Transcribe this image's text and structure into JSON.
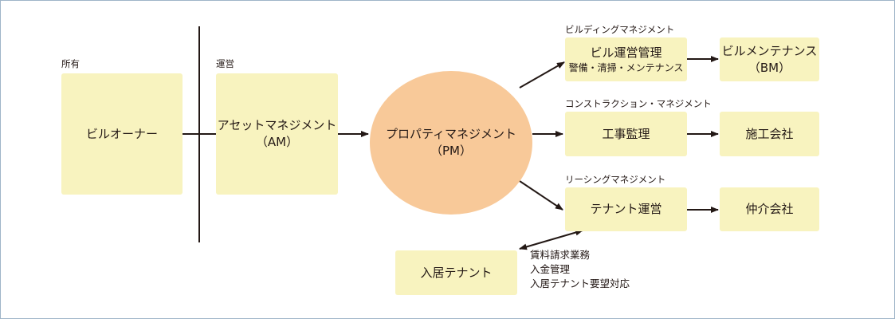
{
  "owner": {
    "label": "所有",
    "box": "ビルオーナー"
  },
  "operation": {
    "label": "運営",
    "box_line1": "アセットマネジメント",
    "box_line2": "（AM）"
  },
  "pm": {
    "line1": "プロパティマネジメント",
    "line2": "（PM）"
  },
  "building_mgmt": {
    "label": "ビルディングマネジメント",
    "box_line1": "ビル運営管理",
    "box_line2": "警備・清掃・メンテナンス",
    "target_line1": "ビルメンテナンス",
    "target_line2": "（BM）"
  },
  "construction_mgmt": {
    "label": "コンストラクション・マネジメント",
    "box": "工事監理",
    "target": "施工会社"
  },
  "leasing_mgmt": {
    "label": "リーシングマネジメント",
    "box": "テナント運営",
    "target": "仲介会社"
  },
  "tenant": {
    "box": "入居テナント",
    "tasks": [
      "賃料請求業務",
      "入金管理",
      "入居テナント要望対応"
    ]
  },
  "colors": {
    "box_fill": "#f8f3bf",
    "circle_fill": "#f8c999",
    "line": "#231815",
    "frame": "#9fb4c8"
  }
}
